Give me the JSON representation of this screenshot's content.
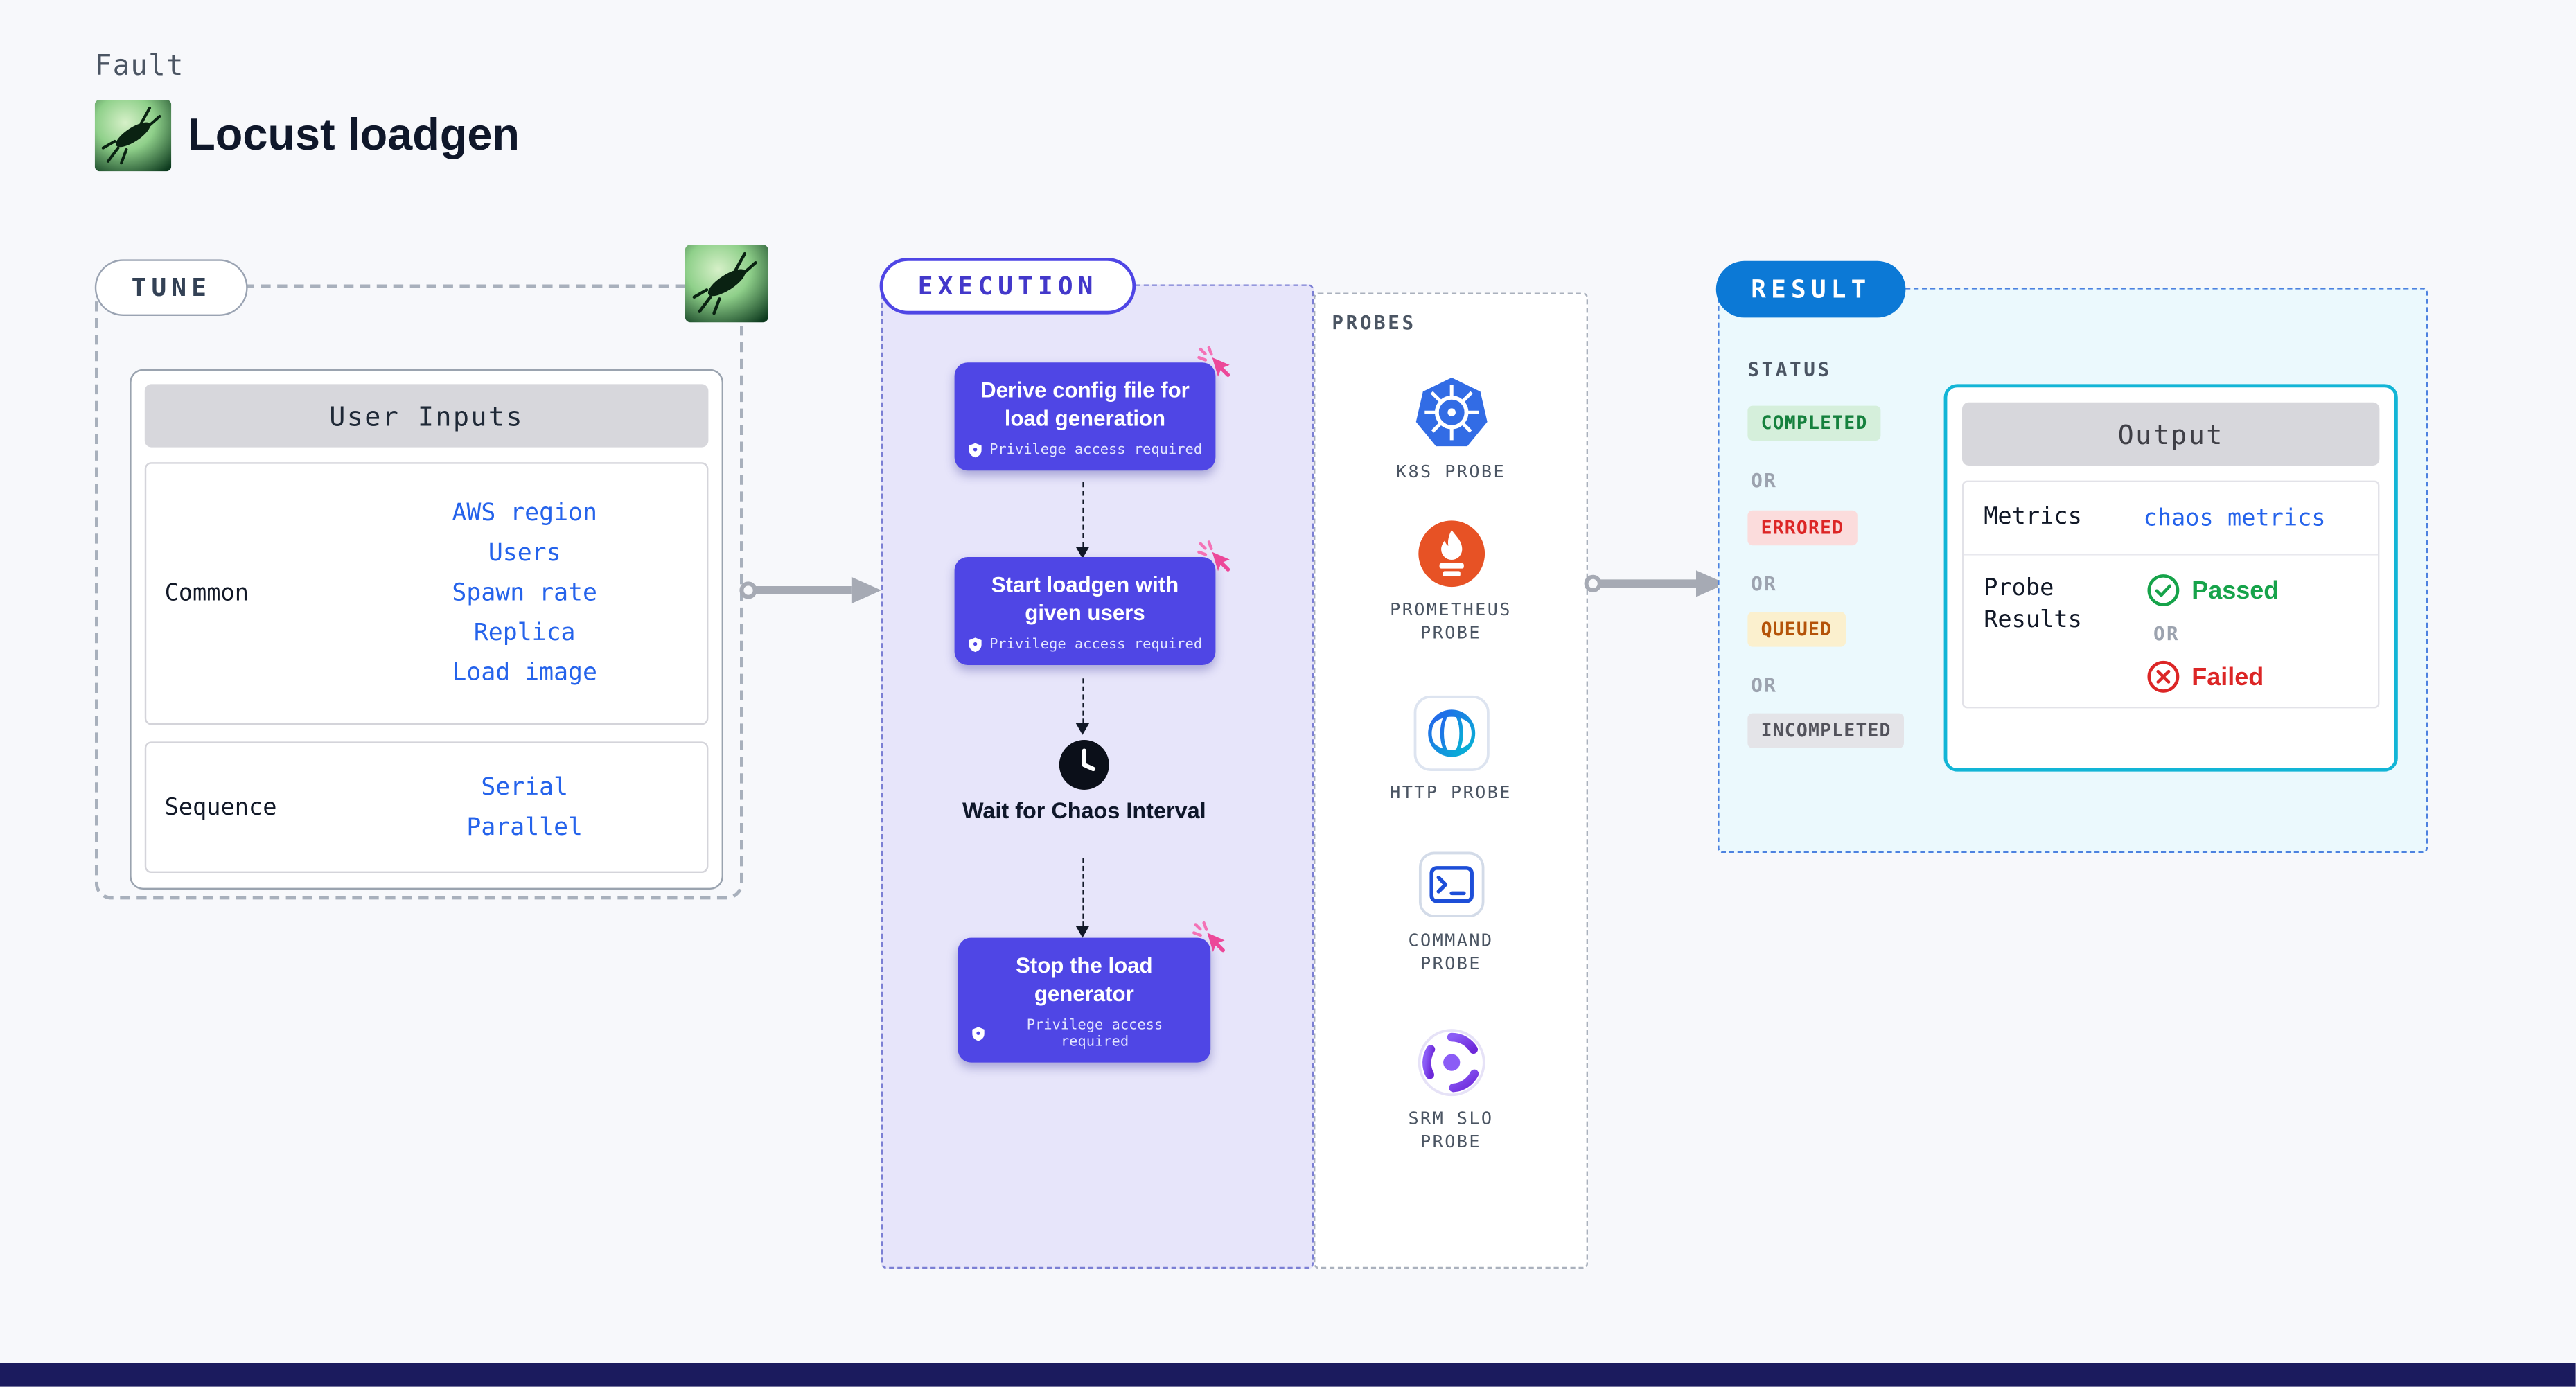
{
  "header": {
    "kicker": "Fault",
    "title": "Locust loadgen"
  },
  "tune": {
    "badge": "TUNE",
    "table": {
      "header": "User Inputs",
      "groups": [
        {
          "label": "Common",
          "items": [
            "AWS region",
            "Users",
            "Spawn rate",
            "Replica",
            "Load image"
          ]
        },
        {
          "label": "Sequence",
          "items": [
            "Serial",
            "Parallel"
          ]
        }
      ]
    }
  },
  "execution": {
    "badge": "EXECUTION",
    "cards": [
      {
        "title": "Derive config file for load generation",
        "note": "Privilege access required"
      },
      {
        "title": "Start loadgen with given users",
        "note": "Privilege access required"
      },
      {
        "title": "Stop the load generator",
        "note": "Privilege access required"
      }
    ],
    "wait_label": "Wait for Chaos Interval"
  },
  "probes": {
    "title": "PROBES",
    "items": [
      {
        "label": "K8S PROBE"
      },
      {
        "label": "PROMETHEUS\nPROBE"
      },
      {
        "label": "HTTP PROBE"
      },
      {
        "label": "COMMAND\nPROBE"
      },
      {
        "label": "SRM SLO\nPROBE"
      }
    ]
  },
  "result": {
    "badge": "RESULT",
    "status_title": "STATUS",
    "or": "OR",
    "statuses": [
      {
        "text": "COMPLETED"
      },
      {
        "text": "ERRORED"
      },
      {
        "text": "QUEUED"
      },
      {
        "text": "INCOMPLETED"
      }
    ],
    "output": {
      "header": "Output",
      "metrics_label": "Metrics",
      "metrics_value": "chaos metrics",
      "probe_results_label": "Probe Results",
      "passed": "Passed",
      "failed": "Failed"
    }
  },
  "colors": {
    "accent_indigo": "#4f46e5",
    "accent_blue": "#0c79d6",
    "accent_cyan": "#12b5d6",
    "link_blue": "#2563eb",
    "success_green": "#16a34a",
    "error_red": "#dc2626",
    "queued_amber": "#b45309",
    "cursor_pink": "#ec4899",
    "footer_navy": "#1b1b5e"
  }
}
